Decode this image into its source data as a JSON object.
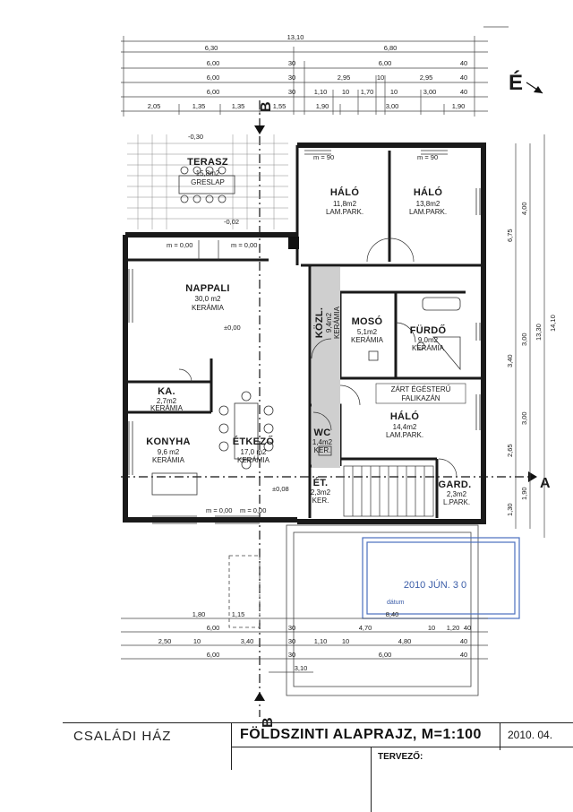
{
  "compass": {
    "north_label": "É"
  },
  "section_labels": {
    "b_top": "B",
    "b_bottom": "B",
    "a_right": "A"
  },
  "top_dims": {
    "total": "13,10",
    "row1": [
      "6,30",
      "6,80"
    ],
    "row2": [
      "6,00",
      "30",
      "6,00",
      "40"
    ],
    "row3": [
      "6,00",
      "30",
      "2,95",
      "10",
      "2,95",
      "40"
    ],
    "row4": [
      "6,00",
      "30",
      "1,10",
      "10",
      "1,70",
      "10",
      "3,00",
      "40"
    ],
    "row5": [
      "2,05",
      "1,35",
      "1,35",
      "1,55",
      "1,90",
      "3,00",
      "1,90"
    ]
  },
  "rooms": [
    {
      "name": "TERASZ",
      "area": "15,8m2",
      "finish": "GRESLAP"
    },
    {
      "name": "HÁLÓ",
      "area": "11,8m2",
      "finish": "LAM.PARK."
    },
    {
      "name": "HÁLÓ",
      "area": "13,8m2",
      "finish": "LAM.PARK."
    },
    {
      "name": "NAPPALI",
      "area": "30,0 m2",
      "finish": "KERÁMIA"
    },
    {
      "name": "KÖZL.",
      "area": "9,4m2",
      "finish": "KERÁMIA"
    },
    {
      "name": "MOSÓ",
      "area": "5,1m2",
      "finish": "KERÁMIA"
    },
    {
      "name": "FÜRDŐ",
      "area": "9,0m2",
      "finish": "KERÁMIA"
    },
    {
      "name": "KA.",
      "area": "2,7m2",
      "finish": "KERÁMIA"
    },
    {
      "name": "HÁLÓ",
      "area": "14,4m2",
      "finish": "LAM.PARK."
    },
    {
      "name": "KONYHA",
      "area": "9,6 m2",
      "finish": "KERÁMIA"
    },
    {
      "name": "ÉTKEZŐ",
      "area": "17,0 m2",
      "finish": "KERÁMIA"
    },
    {
      "name": "WC",
      "area": "1,4m2",
      "finish": "KER."
    },
    {
      "name": "ÉT.",
      "area": "2,3m2",
      "finish": "KER."
    },
    {
      "name": "GARD.",
      "area": "2,3m2",
      "finish": "L.PARK."
    }
  ],
  "notes": {
    "boiler_1": "ZÁRT ÉGÉSTERŰ",
    "boiler_2": "FALIKAZÁN",
    "level_0": "±0,00",
    "level_m030": "-0,30",
    "level_m002": "-0,02",
    "level_m008": "±0,08",
    "m000_a": "m = 0,00",
    "m000_b": "m = 0,00",
    "m000_c": "m = 0,00",
    "m000_d": "m = 0,00",
    "m90_a": "m = 90",
    "m90_b": "m = 90"
  },
  "bottom_dims": {
    "row1": [
      "1,80",
      "1,15",
      "8,40"
    ],
    "row2": [
      "6,00",
      "30",
      "4,70",
      "10",
      "1,20",
      "40"
    ],
    "row3": [
      "2,50",
      "10",
      "3,40",
      "30",
      "1,10",
      "10",
      "4,80",
      "40"
    ],
    "row4": [
      "6,00",
      "30",
      "6,00",
      "40"
    ],
    "row5": [
      "3,10"
    ]
  },
  "right_dims": {
    "outer": [
      "14,10",
      "13,30"
    ],
    "inner": [
      "6,75",
      "4,00",
      "3,00",
      "3,40",
      "3,00",
      "2,65",
      "1,90",
      "1,30"
    ]
  },
  "stamp": {
    "date": "2010 JÚN. 3 0",
    "label": "dátum"
  },
  "title_block": {
    "project": "CSALÁDI HÁZ",
    "title": "FÖLDSZINTI ALAPRAJZ, M=1:100",
    "date": "2010. 04.",
    "designer_label": "TERVEZŐ:"
  }
}
